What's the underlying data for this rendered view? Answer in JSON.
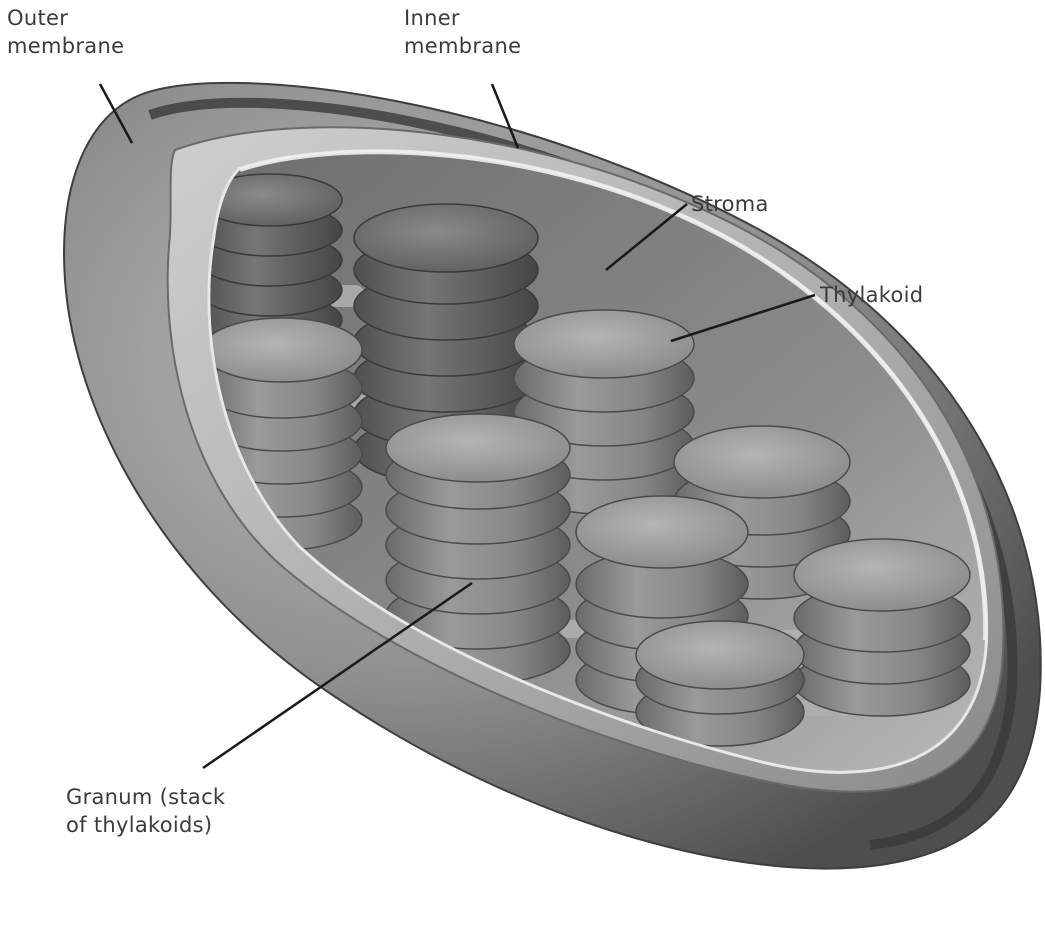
{
  "labels": {
    "outer_membrane": [
      "Outer",
      "membrane"
    ],
    "inner_membrane": [
      "Inner",
      "membrane"
    ],
    "stroma": "Stroma",
    "thylakoid": "Thylakoid",
    "granum": [
      "Granum (stack",
      "of thylakoids)"
    ]
  },
  "colors": {
    "leader_line": "#1a1a1a",
    "label_text": "#3b3b3b",
    "outer_shell_dark": "#5a5a5a",
    "outer_shell_light": "#a8a8a8",
    "inner_membrane": "#d4d4d4",
    "stroma_fill": "#8a8a8a",
    "thylakoid_disc": "#9c9c9c"
  }
}
